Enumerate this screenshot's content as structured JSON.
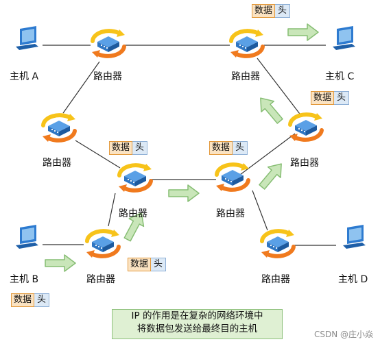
{
  "hosts": {
    "a": {
      "label": "主机 A"
    },
    "b": {
      "label": "主机 B"
    },
    "c": {
      "label": "主机 C"
    },
    "d": {
      "label": "主机 D"
    }
  },
  "router_label": "路由器",
  "packet": {
    "data": "数据",
    "header": "头"
  },
  "note": {
    "line1": "IP 的作用是在复杂的网络环境中",
    "line2": "将数据包发送给最终目的主机"
  },
  "watermark": "CSDN @庄小焱",
  "colors": {
    "link": "#333333",
    "arrow_fill": "#c9e6b9",
    "arrow_stroke": "#86bd73",
    "router_ring_orange": "#f07a1e",
    "router_ring_yellow": "#f7c31a",
    "router_body": "#2f76c2",
    "host_screen": "#2e7bd0"
  }
}
